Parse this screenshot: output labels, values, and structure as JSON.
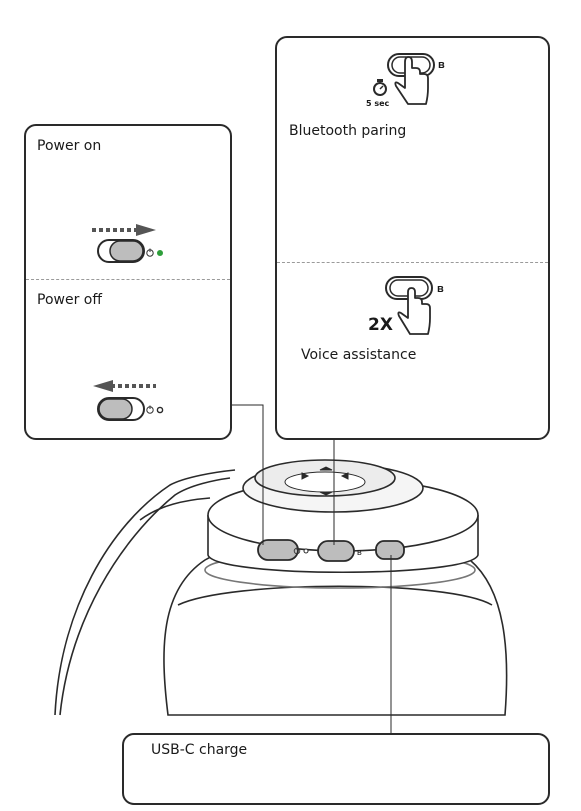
{
  "power_panel": {
    "on_label": "Power on",
    "off_label": "Power off"
  },
  "button_panel": {
    "pairing_label": "Bluetooth paring",
    "hold_time": "5 sec",
    "voice_label": "Voice assistance",
    "press_count": "2X"
  },
  "usb_panel": {
    "label": "USB-C charge"
  },
  "colors": {
    "power_on_led": "#2e9e3a",
    "switch_fill": "#bdbdbd",
    "outline": "#2a2a2a"
  }
}
